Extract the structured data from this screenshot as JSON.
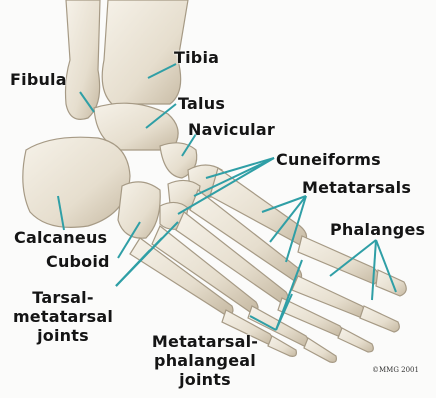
{
  "labels": {
    "fibula": "Fibula",
    "tibia": "Tibia",
    "talus": "Talus",
    "navicular": "Navicular",
    "cuneiforms": "Cuneiforms",
    "metatarsals": "Metatarsals",
    "phalanges": "Phalanges",
    "calcaneus": "Calcaneus",
    "cuboid": "Cuboid",
    "tarsal_joints_1": "Tarsal-",
    "tarsal_joints_2": "metatarsal",
    "tarsal_joints_3": "joints",
    "mtp_joints_1": "Metatarsal-",
    "mtp_joints_2": "phalangeal",
    "mtp_joints_3": "joints"
  },
  "copyright": "©MMG 2001",
  "colors": {
    "bone": "#ebe4d6",
    "bone_shadow": "#b9ad97",
    "leader_line": "#2f9fa6",
    "text": "#151515"
  }
}
